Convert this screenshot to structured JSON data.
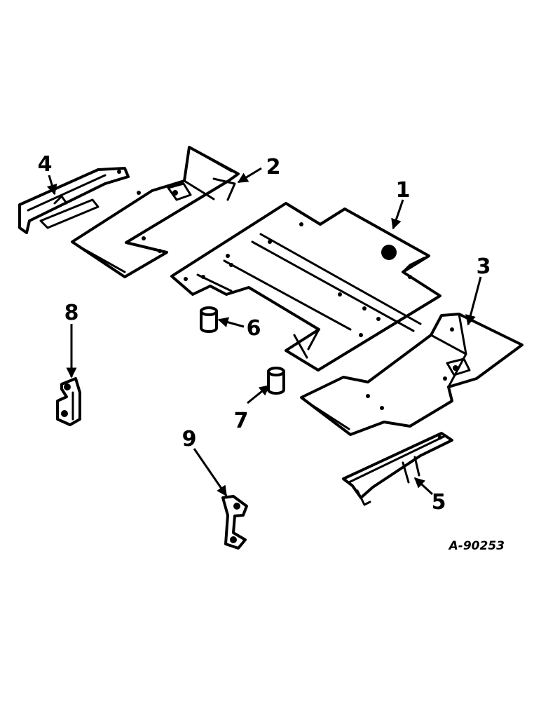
{
  "callouts": [
    {
      "id": "1",
      "label": "1"
    },
    {
      "id": "2",
      "label": "2"
    },
    {
      "id": "3",
      "label": "3"
    },
    {
      "id": "4",
      "label": "4"
    },
    {
      "id": "5",
      "label": "5"
    },
    {
      "id": "6",
      "label": "6"
    },
    {
      "id": "7",
      "label": "7"
    },
    {
      "id": "8",
      "label": "8"
    },
    {
      "id": "9",
      "label": "9"
    }
  ],
  "reference_code": "A-90253",
  "colors": {
    "ink": "#000000",
    "paper": "#ffffff"
  }
}
